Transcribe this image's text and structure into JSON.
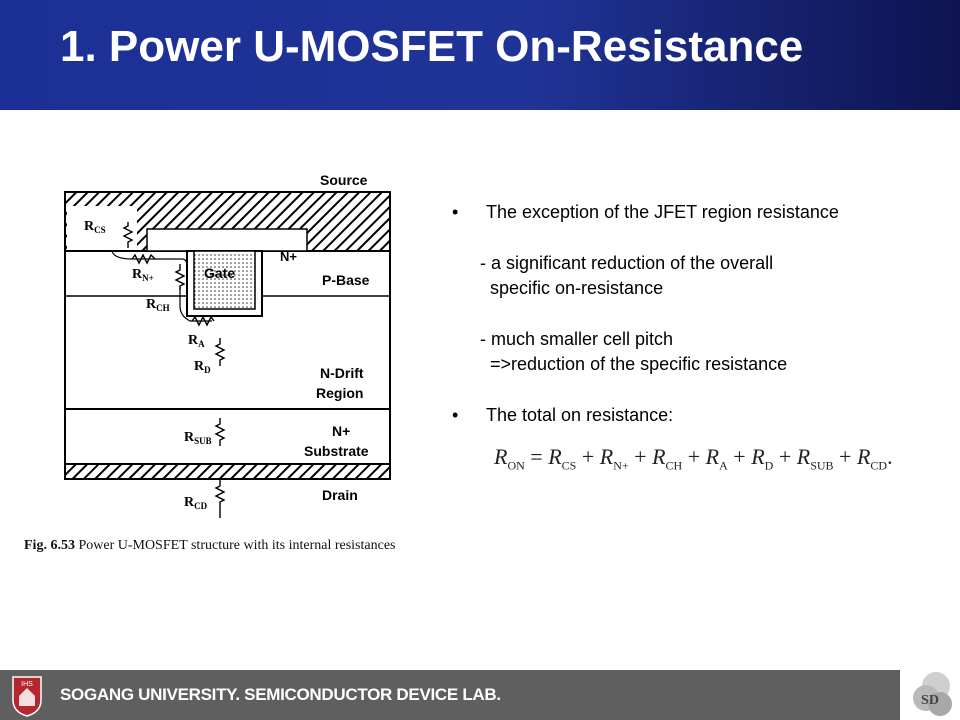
{
  "slide": {
    "title": "1. Power U-MOSFET On-Resistance"
  },
  "figure": {
    "labels": {
      "source": "Source",
      "gate": "Gate",
      "n_plus": "N+",
      "p_base": "P-Base",
      "n_drift_1": "N-Drift",
      "n_drift_2": "Region",
      "n_plus_2": "N+",
      "substrate": "Substrate",
      "drain": "Drain"
    },
    "resistors": {
      "rcs": {
        "main": "R",
        "sub": "CS"
      },
      "rn": {
        "main": "R",
        "sub": "N+"
      },
      "rch": {
        "main": "R",
        "sub": "CH"
      },
      "ra": {
        "main": "R",
        "sub": "A"
      },
      "rd": {
        "main": "R",
        "sub": "D"
      },
      "rsub": {
        "main": "R",
        "sub": "SUB"
      },
      "rcd": {
        "main": "R",
        "sub": "CD"
      }
    },
    "caption_bold": "Fig. 6.53",
    "caption_text": "Power U-MOSFET structure with its internal resistances"
  },
  "bullets": [
    {
      "marker": "•",
      "text": "The exception of the JFET region resistance"
    },
    {
      "marker": "•",
      "text": "The total on resistance:"
    }
  ],
  "sub_points": [
    "- a significant reduction of the overall",
    "specific on-resistance",
    "- much smaller cell pitch",
    "=>reduction of the specific resistance"
  ],
  "equation": {
    "lhs": {
      "main": "R",
      "sub": "ON"
    },
    "eq": "=",
    "plus": "+",
    "end": ".",
    "terms": [
      {
        "main": "R",
        "sub": "CS"
      },
      {
        "main": "R",
        "sub": "N+"
      },
      {
        "main": "R",
        "sub": "CH"
      },
      {
        "main": "R",
        "sub": "A"
      },
      {
        "main": "R",
        "sub": "D"
      },
      {
        "main": "R",
        "sub": "SUB"
      },
      {
        "main": "R",
        "sub": "CD"
      }
    ]
  },
  "footer": {
    "text": "SOGANG UNIVERSITY. SEMICONDUCTOR DEVICE LAB.",
    "seal_text": "IHS",
    "logo_text": "SD"
  },
  "colors": {
    "header_blue": "#1c2f96",
    "footer_gray": "#5f5f5f",
    "seal_red": "#b5262e"
  }
}
